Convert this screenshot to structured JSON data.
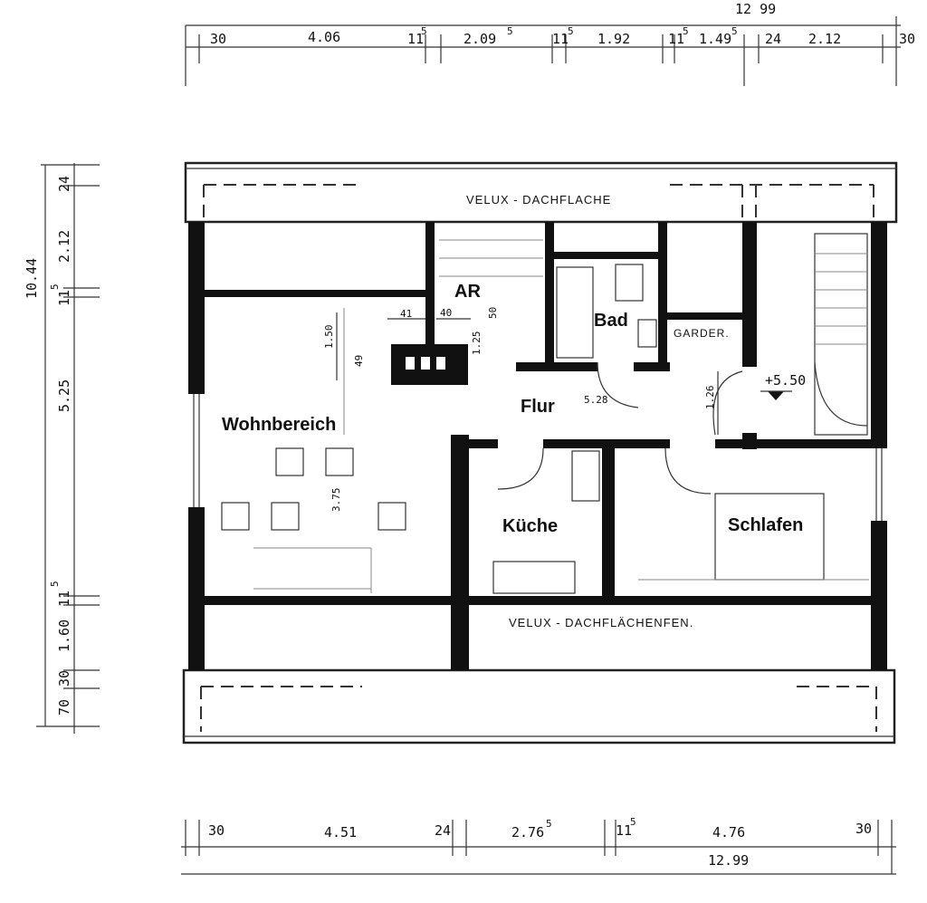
{
  "rooms": {
    "wohnbereich": "Wohnbereich",
    "flur": "Flur",
    "kueche": "Küche",
    "schlafen": "Schlafen",
    "bad": "Bad",
    "ar": "AR",
    "garder": "GARDER."
  },
  "labels": {
    "velux_top": "VELUX - DACHFLACHE",
    "velux_bottom": "VELUX - DACHFLÄCHENFEN.",
    "level": "+5.50"
  },
  "top_dims": {
    "total": "12 99",
    "d1": "30",
    "d2": "4.06",
    "d3": "11",
    "d3s": "5",
    "d4": "2.09",
    "d4s": "5",
    "d5": "11",
    "d5s": "5",
    "d6": "1.92",
    "d7": "11",
    "d7s": "5",
    "d8": "1.49",
    "d8s": "5",
    "d9": "24",
    "d10": "2.12",
    "d11": "30"
  },
  "bottom_dims": {
    "d1": "30",
    "d2": "4.51",
    "d3": "24",
    "d4": "2.76",
    "d4s": "5",
    "d5": "11",
    "d5s": "5",
    "d6": "4.76",
    "d7": "30",
    "total": "12.99"
  },
  "left_dims": {
    "total": "10.44",
    "d1": "24",
    "d2": "2.12",
    "d3": "11",
    "d3s": "5",
    "d4": "5.25",
    "d5": "11",
    "d5s": "5",
    "d6": "1.60",
    "d7": "30",
    "d8": "70"
  },
  "inner_dims": {
    "a": "41",
    "b": "40",
    "c": "50",
    "d": "1.50",
    "e": "49",
    "f": "1.26",
    "g": "5.28",
    "h": "3.75",
    "i": "1.25"
  }
}
